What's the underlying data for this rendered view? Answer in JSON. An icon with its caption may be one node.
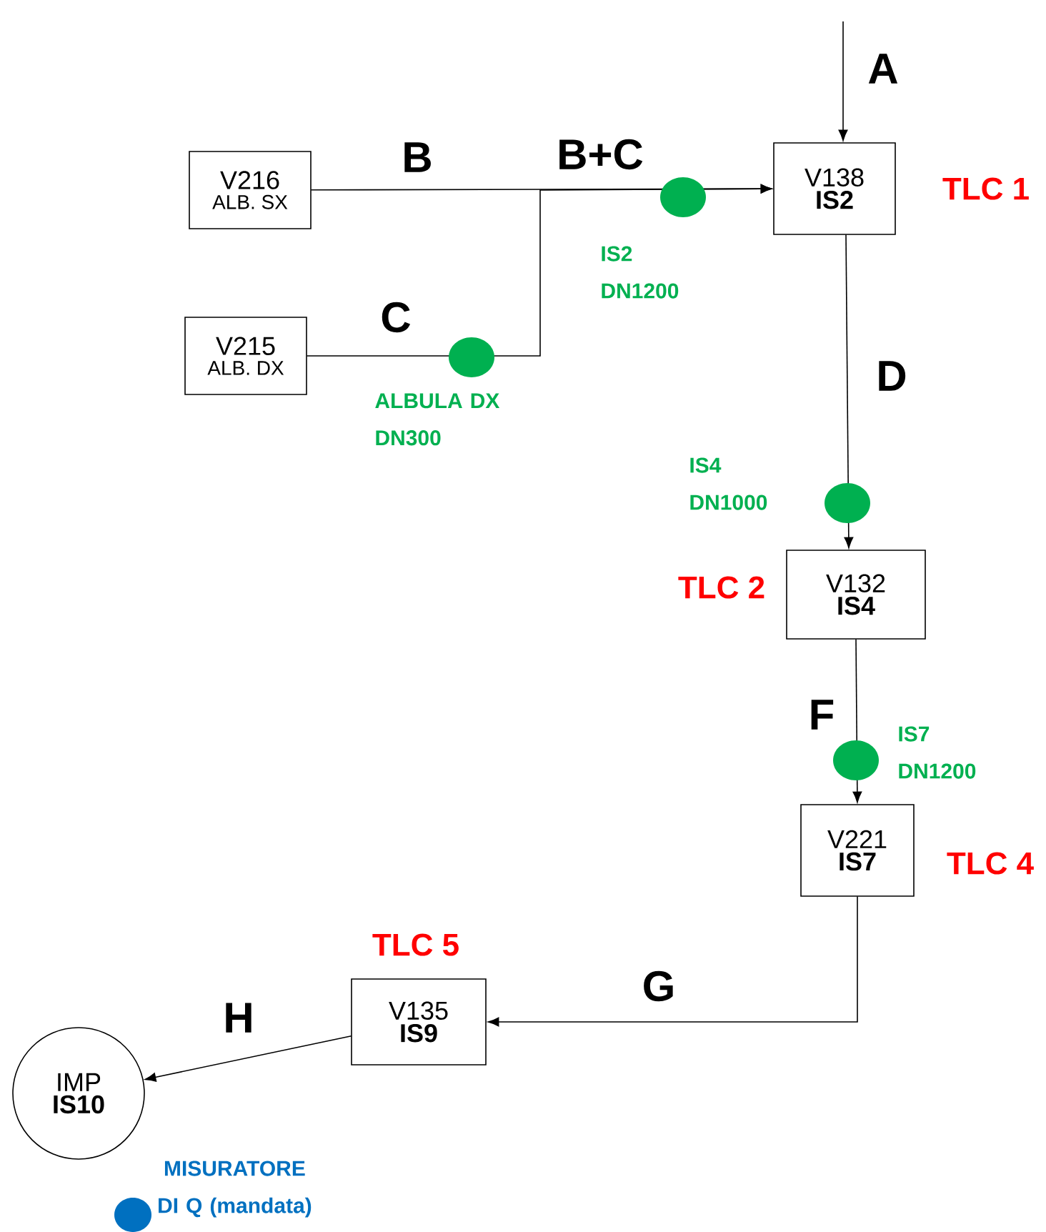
{
  "diagram": {
    "nodes": [
      {
        "text": [
          "V216",
          "ALB. SX"
        ]
      },
      {
        "text": [
          "V215",
          "ALB. DX"
        ]
      },
      {
        "text": [
          "V138",
          "IS2"
        ],
        "beside": [
          "TLC 1"
        ]
      },
      {
        "text": [
          "V132",
          "IS4"
        ],
        "beside": [
          "TLC 2"
        ]
      },
      {
        "text": [
          "V221",
          "IS7"
        ],
        "beside": [
          "TLC 4"
        ]
      },
      {
        "text": [
          "V135",
          "IS9"
        ],
        "beside": [
          "TLC 5"
        ]
      },
      {
        "text": [
          "IMP",
          "IS10"
        ]
      }
    ],
    "edges": [
      {
        "from": null,
        "to": 2,
        "arrow": "to",
        "label": "A"
      },
      {
        "from": 0,
        "to": 2,
        "arrow": "to",
        "label": "B"
      },
      {
        "from": 1,
        "to": 2,
        "arrow": "to",
        "label": "C"
      },
      {
        "from": 2,
        "to": 3,
        "arrow": "to",
        "label": "D"
      },
      {
        "from": 3,
        "to": 4,
        "arrow": "to",
        "label": "F"
      },
      {
        "from": 4,
        "to": 5,
        "arrow": "to",
        "label": "G"
      },
      {
        "from": 5,
        "to": 6,
        "arrow": "to",
        "label": "H"
      }
    ],
    "labels": [
      "B+C",
      "IS2 DN1200",
      "ALBULA DX DN300",
      "IS4 DN1000",
      "IS7 DN1200",
      "MISURATORE DI Q (mandata)"
    ]
  }
}
